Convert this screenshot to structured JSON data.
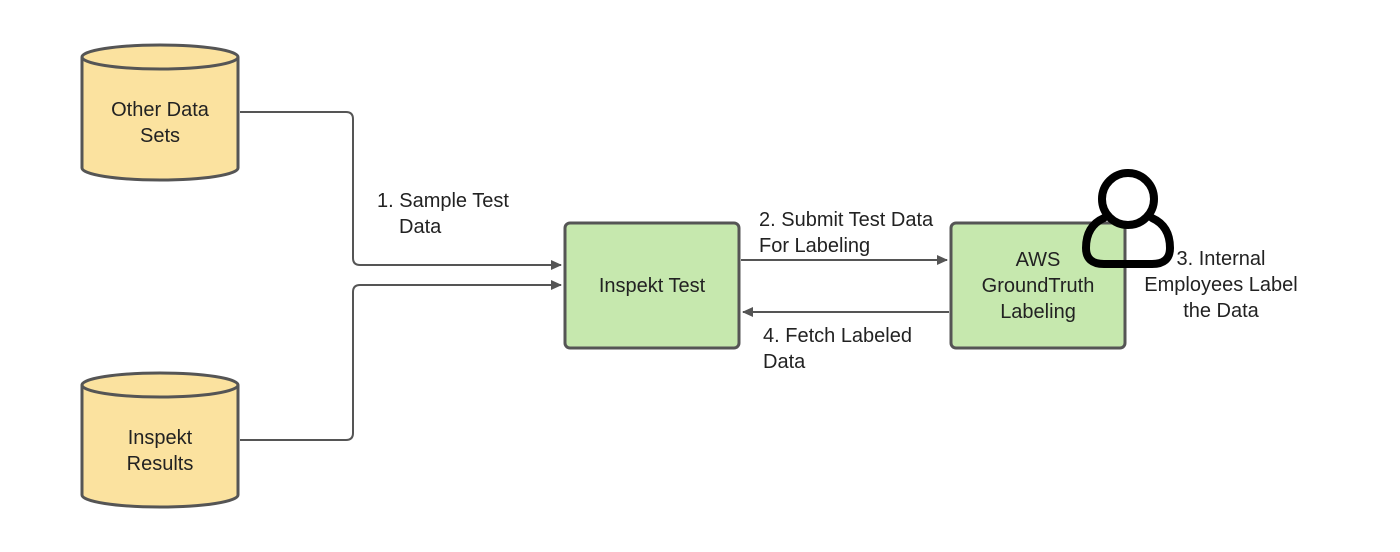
{
  "diagram": {
    "nodes": {
      "other_data_sets": {
        "label": "Other Data Sets",
        "shape": "cylinder",
        "fill": "#fbe29f",
        "stroke": "#555555"
      },
      "inspekt_results": {
        "label": "Inspekt Results",
        "shape": "cylinder",
        "fill": "#fbe29f",
        "stroke": "#555555"
      },
      "inspekt_test": {
        "label": "Inspekt Test",
        "shape": "rounded-rect",
        "fill": "#c6e8ae",
        "stroke": "#555555"
      },
      "aws_groundtruth": {
        "label": "AWS GroundTruth Labeling",
        "shape": "rounded-rect",
        "fill": "#c6e8ae",
        "stroke": "#555555"
      },
      "employee_icon": {
        "icon": "person-icon",
        "color": "#000000"
      }
    },
    "edges": {
      "step1": {
        "label": "1. Sample Test Data",
        "from": "other_data_sets",
        "to": "inspekt_test"
      },
      "step1b": {
        "label": "",
        "from": "inspekt_results",
        "to": "inspekt_test"
      },
      "step2": {
        "label": "2. Submit Test Data For Labeling",
        "from": "inspekt_test",
        "to": "aws_groundtruth"
      },
      "step3": {
        "label": "3. Internal Employees Label the Data"
      },
      "step4": {
        "label": "4. Fetch Labeled Data",
        "from": "aws_groundtruth",
        "to": "inspekt_test"
      }
    },
    "colors": {
      "edge": "#555555",
      "text": "#222222"
    }
  }
}
